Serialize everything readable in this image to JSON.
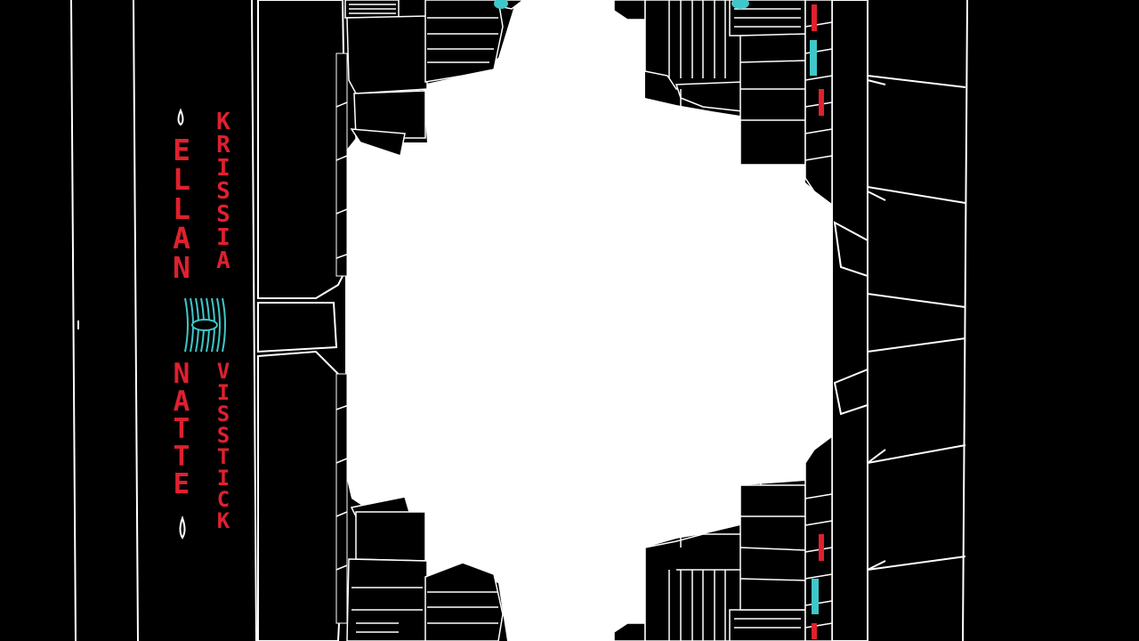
{
  "colors": {
    "background": "#000000",
    "sky": "#ffffff",
    "outline": "#ffffff",
    "neon_red": "#e0202e",
    "neon_cyan": "#3fc7c9"
  },
  "sign": {
    "left_word_top": "ELLAN",
    "left_word_bottom": "NATTE",
    "right_word_top": "KRISSIA",
    "right_word_bottom": "VISSTICK"
  }
}
